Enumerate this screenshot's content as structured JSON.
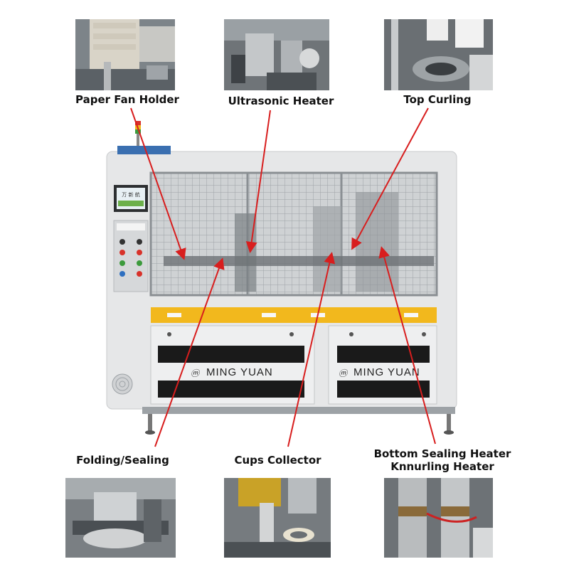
{
  "labels": {
    "paper_fan_holder": "Paper Fan Holder",
    "ultrasonic_heater": "Ultrasonic Heater",
    "top_curling": "Top Curling",
    "folding_sealing": "Folding/Sealing",
    "cups_collector": "Cups Collector",
    "bottom_sealing_line1": "Bottom Sealing Heater",
    "bottom_sealing_line2": "Knnurling Heater"
  },
  "machine": {
    "brand_left": "MING YUAN",
    "brand_right": "MING YUAN",
    "screen_text": "万 新 航"
  },
  "colors": {
    "arrow": "#d81e1e",
    "panel_yellow": "#f2b81d",
    "machine_white": "#e9eaeb",
    "dark_window": "#1a1a1a"
  }
}
